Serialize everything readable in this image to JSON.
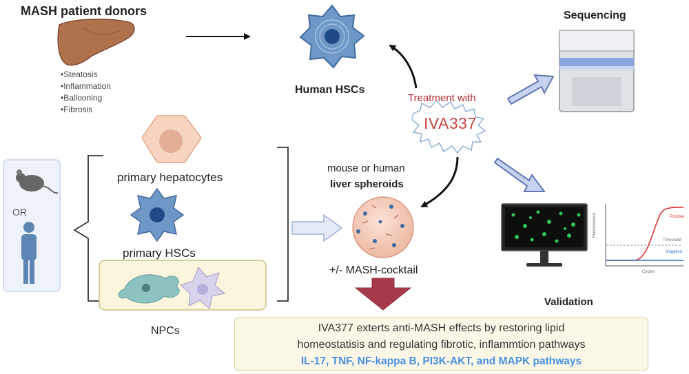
{
  "donors": {
    "title": "MASH patient donors",
    "features": [
      "Steatosis",
      "Inflammation",
      "Ballooning",
      "Fibrosis"
    ]
  },
  "human_hscs": "Human  HSCs",
  "treatment": {
    "label": "Treatment with",
    "compound": "IVA337"
  },
  "sequencing": "Sequencing",
  "model": {
    "hepatocytes": "primary hepatocytes",
    "hscs": "primary HSCs",
    "npcs": "NPCs",
    "or": "OR"
  },
  "spheroids": {
    "species": "mouse or human",
    "name": "liver spheroids",
    "cocktail": "+/- MASH-cocktail"
  },
  "validation": {
    "label": "Validation",
    "plot": {
      "positive": "Positive",
      "threshold": "Threshold",
      "negative": "Negative",
      "ylabel": "Fluorescence",
      "xlabel": "Cycles"
    }
  },
  "result": {
    "line1": "IVA377 exterts anti-MASH effects by restoring lipid",
    "line2": "homeostatisis and regulating fibrotic, inflammtion pathways",
    "line3": "IL-17, TNF, NF-kappa B, PI3K-AKT, and MAPK pathways"
  },
  "colors": {
    "treatment_red": "#b4282e",
    "pathway_blue": "#4a90e2",
    "result_bg": "#fbf7e6",
    "arrow_blue": "#b9c6e6",
    "arrow_down": "#a53a4a"
  }
}
